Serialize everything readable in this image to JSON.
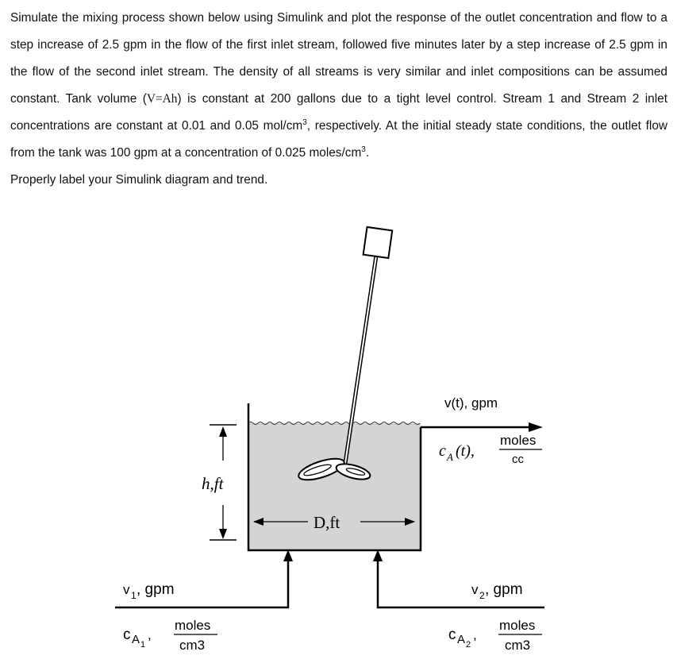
{
  "problem": {
    "text_before_vol": "Simulate the mixing process shown below using Simulink and plot the response of the outlet concentration and flow to a step increase of 2.5 gpm in the flow of the first inlet stream, followed five minutes later by a step increase of 2.5 gpm in the flow of the second inlet stream. The density of all streams is very similar and inlet compositions can be assumed constant. Tank volume (",
    "volume_formula": "V=Ah",
    "text_after_vol": ") is constant at 200 gallons due to a tight level control. Stream 1 and Stream 2 inlet concentrations are constant at 0.01 and 0.05 mol/cm",
    "sup1": "3",
    "text_mid": ", respectively. At the initial steady state conditions, the outlet flow from the tank was 100 gpm at a concentration of 0.025 moles/cm",
    "sup2": "3",
    "text_end": ".",
    "text_last": "Properly label your Simulink diagram and trend."
  },
  "figure": {
    "outlet_flow_label": "v(t), gpm",
    "outlet_conc_symbol": "c",
    "outlet_conc_sub": "A",
    "outlet_conc_arg": "(t),",
    "outlet_conc_num": "moles",
    "outlet_conc_den": "cc",
    "height_label": "h,ft",
    "diameter_label": "D,ft",
    "inlet1_flow_symbol": "v",
    "inlet1_flow_sub": "1",
    "inlet1_flow_unit": ", gpm",
    "inlet1_conc_symbol": "c",
    "inlet1_conc_sub": "A",
    "inlet1_conc_subsub": "1",
    "inlet1_conc_num": "moles",
    "inlet1_conc_den": "cm3",
    "inlet2_flow_symbol": "v",
    "inlet2_flow_sub": "2",
    "inlet2_flow_unit": ", gpm",
    "inlet2_conc_symbol": "c",
    "inlet2_conc_sub": "A",
    "inlet2_conc_subsub": "2",
    "inlet2_conc_num": "moles",
    "inlet2_conc_den": "cm3"
  }
}
